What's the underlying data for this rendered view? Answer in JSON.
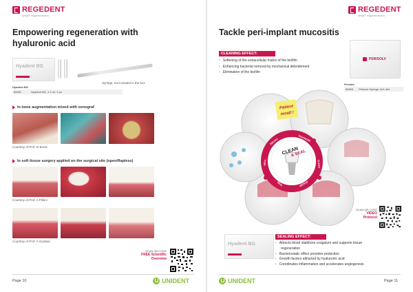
{
  "brand": {
    "name": "REGEDENT",
    "tagline": "smart regeneration"
  },
  "left": {
    "title_line1": "Empowering regeneration with",
    "title_line2": "hyaluronic acid",
    "product_label": "Hyadent BG",
    "syringe_note": "Syringe, not included in the box",
    "table_header": "Hyadent BG",
    "table_code": "80051",
    "table_desc": "Hyadent BG, 1.2 ml, 2 pc.",
    "section1": "In bone augmentation mixed with xenograf",
    "caption1": "Courtesy of Prof. D Bonis",
    "section2": "In soft tissue surgery applied on the surgical site (open/flapless)",
    "caption2": "Courtesy of Prof. A Pilloni",
    "caption3": "Courtesy of Prof. A Sculean",
    "scan_label": "SCAN QR CODE",
    "scan_title1": "FREE Scientific",
    "scan_title2": "Overview",
    "page_label": "Page  10",
    "footer_brand": "UNIDENT"
  },
  "right": {
    "title": "Tackle peri-implant mucositis",
    "cleaning_title": "CLEANING EFFECT:",
    "cleaning_items": [
      "Softening of the extracellular matrix of the biofilm",
      "Enhancing bacterial removal by mechanical debridement",
      "Elimination of the biofilm"
    ],
    "pack_brand": "PERISOLV",
    "periodic_label": "Periods",
    "periodic_code": "80505",
    "periodic_desc": "Perisolv Syringe, 6x1.4ml",
    "note_line1": "Patient",
    "note_line2": "recall !",
    "wheel_center1": "CLEAN",
    "wheel_center2": "& SEAL",
    "wheel_labels": [
      "RECALL",
      "DIAGNOSE",
      "CLEAN",
      "REPEAT",
      "SEAL",
      "HEAL"
    ],
    "scan_label": "SCAN QR CODE",
    "scan_title1": "VIDEO",
    "scan_title2": "Protocol",
    "sealing_title": "SEALING EFFECT:",
    "sealing_items": [
      "Attracts blood stabilizes coagulum and supports tissue",
      "regeneration",
      "Bacteriostatic effect provides protection",
      "Growth factors attracted by hyaluronic acid",
      "Coordinates inflammation and accelerates angiogenisis"
    ],
    "box_label": "Hyadent BG",
    "page_label": "Page  11",
    "footer_brand": "UNIDENT"
  },
  "colors": {
    "accent": "#c8174f",
    "green": "#8bbf3c"
  }
}
